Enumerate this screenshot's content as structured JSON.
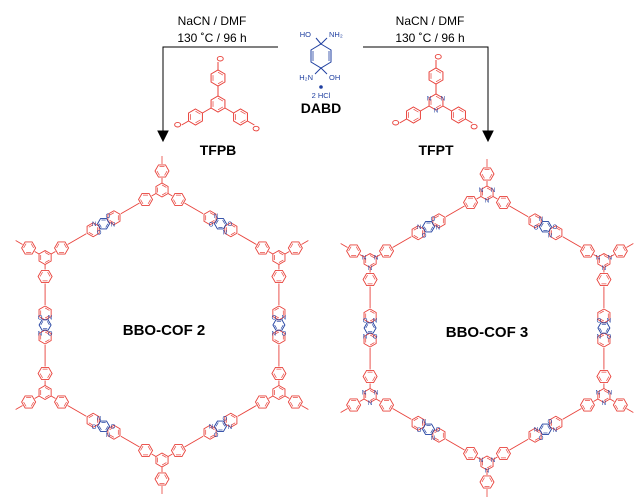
{
  "left_reaction": {
    "conditions_line1": "NaCN / DMF",
    "conditions_line2": "130 ˚C / 96 h",
    "reagent_label": "TFPB",
    "product_label": "BBO-COF 2"
  },
  "right_reaction": {
    "conditions_line1": "NaCN / DMF",
    "conditions_line2": "130 ˚C / 96 h",
    "reagent_label": "TFPT",
    "product_label": "BBO-COF 3"
  },
  "center": {
    "linker_label": "DABD",
    "salt_label": "2 HCl",
    "atom_ho": "HO",
    "atom_nh2": "NH₂",
    "atom_h2n": "H₂N",
    "atom_oh": "OH"
  },
  "colors": {
    "node_red": "#e8413a",
    "linker_blue": "#1f3fa0",
    "text": "#000000"
  }
}
